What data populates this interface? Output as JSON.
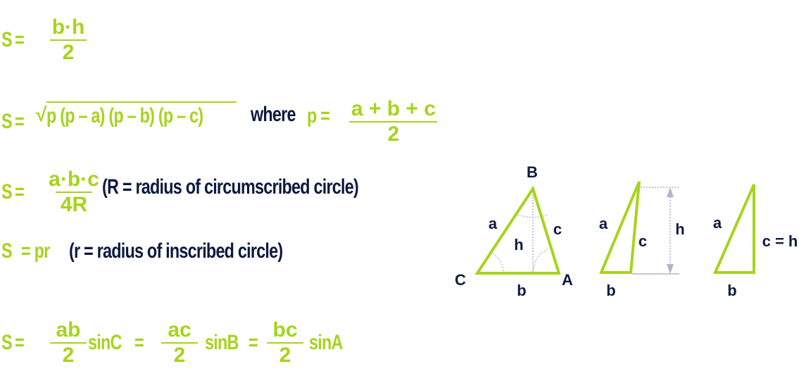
{
  "colors": {
    "accent": "#a6d41c",
    "text": "#0d1a3e",
    "dotted": "#b0b4c8"
  },
  "formulas": {
    "f1": {
      "lhs": "S",
      "eq": "=",
      "num": "b·h",
      "den": "2"
    },
    "f2": {
      "lhs": "S",
      "eq": "=",
      "root": "√",
      "radicand": "p (p – a) (p – b) (p – c)",
      "where": "where",
      "p_lhs": "p =",
      "num": "a + b + c",
      "den": "2"
    },
    "f3": {
      "lhs": "S",
      "eq": "=",
      "num": "a·b·c",
      "den": "4R",
      "note": "(R = radius of circumscribed circle)"
    },
    "f4": {
      "lhs": "S",
      "eq": "= pr",
      "note": "(r = radius of inscribed circle)"
    },
    "f5": {
      "lhs": "S",
      "eq": "=",
      "num1": "ab",
      "den1": "2",
      "fn1": "sinC",
      "eq2": "=",
      "num2": "ac",
      "den2": "2",
      "fn2": "sinB",
      "eq3": "=",
      "num3": "bc",
      "den3": "2",
      "fn3": "sinA"
    }
  },
  "diagrams": {
    "t1": {
      "B": "B",
      "C": "C",
      "A": "A",
      "a": "a",
      "b": "b",
      "c": "c",
      "h": "h"
    },
    "t2": {
      "a": "a",
      "b": "b",
      "c": "c",
      "h": "h"
    },
    "t3": {
      "a": "a",
      "b": "b",
      "c": "c = h"
    }
  }
}
